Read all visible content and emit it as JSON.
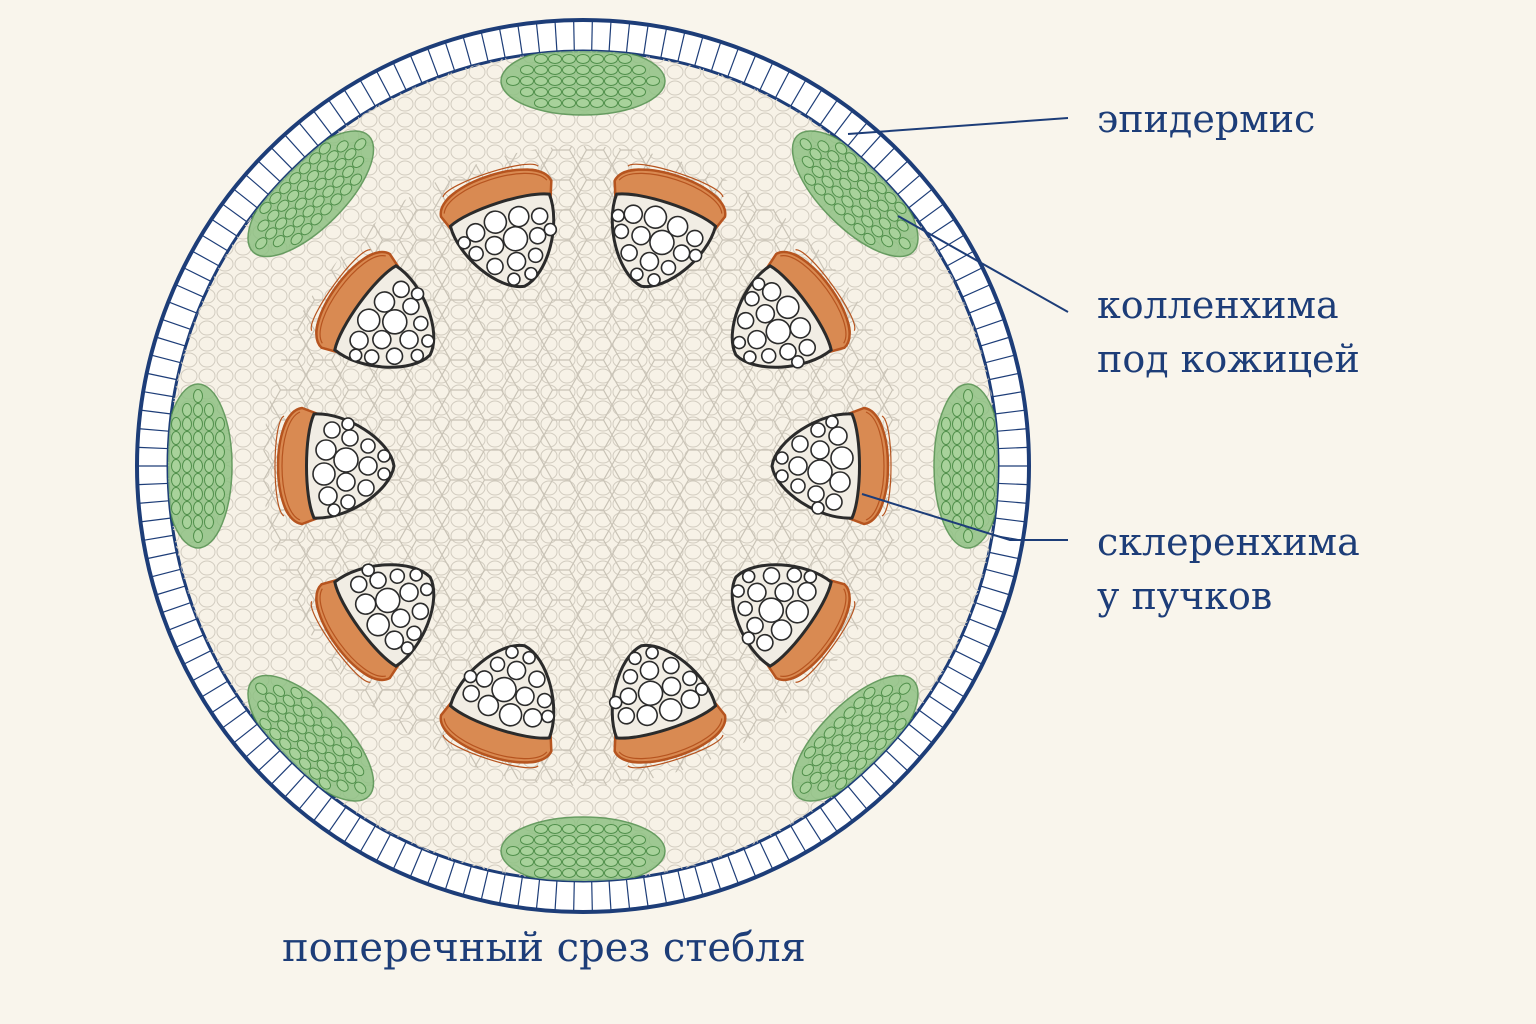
{
  "labels": {
    "epidermis": [
      "эпидермис"
    ],
    "collenchyma": [
      "колленхима",
      "под кожицей"
    ],
    "sclerenchyma": [
      "склеренхима",
      "у пучков"
    ]
  },
  "caption": "поперечный срез стебля",
  "colors": {
    "background": "#f9f5ec",
    "outline": "#1d3d78",
    "epidermis_fill": "#ffffff",
    "parenchyma_line": "#c9c3b6",
    "collenchyma_fill": "#8fc183",
    "collenchyma_line": "#4f8f4a",
    "sclerenchyma_fill": "#d98a52",
    "sclerenchyma_line": "#b6541f",
    "bundle_line": "#2b2b2b",
    "label_text": "#1d3d78"
  },
  "structure": {
    "vascular_bundles": 10,
    "collenchyma_strands": 8
  }
}
